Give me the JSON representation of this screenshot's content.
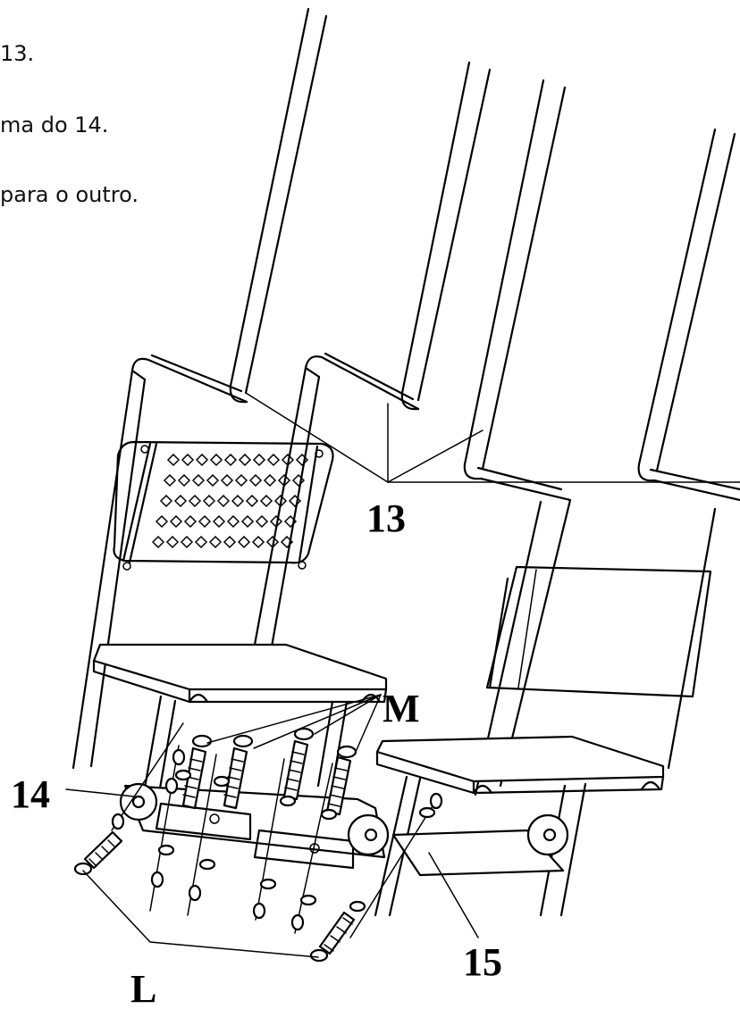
{
  "instructions": [
    "13.",
    "ma do 14.",
    "para o outro."
  ],
  "callouts": {
    "part_13": "13",
    "part_14": "14",
    "part_15": "15",
    "part_m": "M",
    "part_l": "L"
  },
  "colors": {
    "line": "#000000",
    "background": "#ffffff"
  }
}
